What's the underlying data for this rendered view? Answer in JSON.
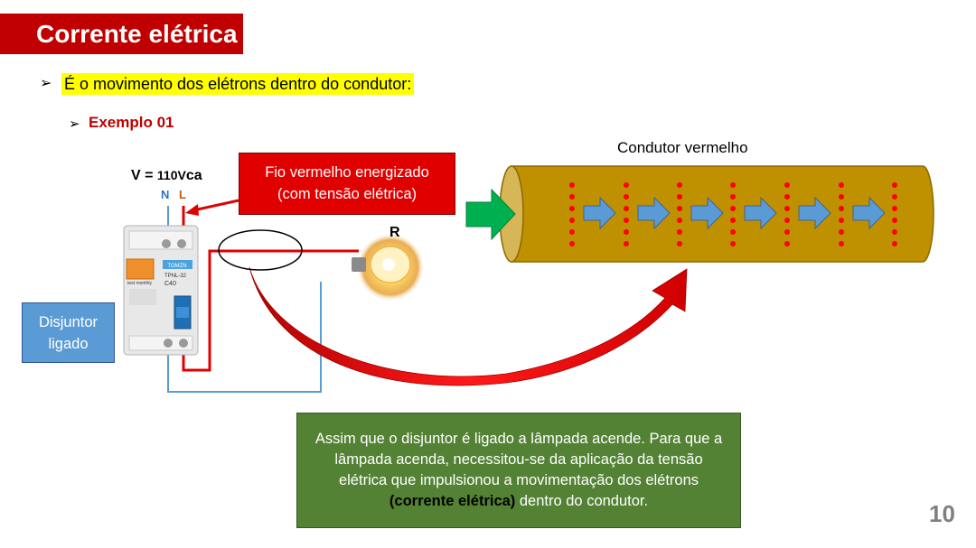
{
  "title": "Corrente elétrica",
  "bullet1": {
    "marker": "➢",
    "text": "É o movimento dos elétrons dentro do condutor:"
  },
  "bullet2": {
    "marker": "➢",
    "text": "Exemplo 01"
  },
  "voltage": {
    "prefix": "V = ",
    "value": "110V",
    "suffix": "ca"
  },
  "terminals": {
    "n": "N",
    "l": "L"
  },
  "callout": {
    "line1": "Fio vermelho energizado",
    "line2": "(com tensão elétrica)"
  },
  "resistor_label": "R",
  "conductor_label": "Condutor vermelho",
  "breaker_box": {
    "line1": "Disjuntor",
    "line2": "ligado"
  },
  "breaker_device": {
    "brand": "TOMZN",
    "model": "TPNL-32",
    "rating": "C40",
    "test_label": "test monthly"
  },
  "info": {
    "part1": "Assim que o disjuntor é ligado a lâmpada acende. Para que a lâmpada acenda, necessitou-se da aplicação da tensão elétrica que impulsionou a movimentação dos elétrons ",
    "bold": "(corrente elétrica)",
    "part2": " dentro do condutor."
  },
  "page_number": "10",
  "colors": {
    "title_bg": "#c00000",
    "highlight": "#ffff00",
    "callout_bg": "#e00000",
    "conductor_body": "#bf9000",
    "conductor_face": "#d6b656",
    "electron": "#ff0000",
    "flow_arrow": "#5b9bd5",
    "entry_arrow": "#00b050",
    "wire_live": "#e00000",
    "wire_neutral": "#5b9bd5",
    "disj_box": "#5b9bd5",
    "info_box": "#548235"
  }
}
